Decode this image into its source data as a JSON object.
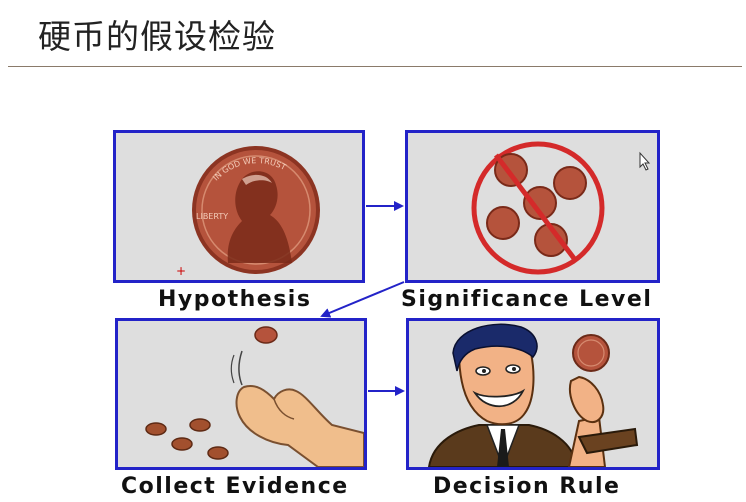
{
  "title": "硬币的假设检验",
  "steps": [
    {
      "label": "Hypothesis"
    },
    {
      "label": "Significance Level"
    },
    {
      "label": "Collect Evidence"
    },
    {
      "label": "Decision Rule"
    }
  ],
  "coin": {
    "motto": "IN GOD WE TRUST",
    "liberty": "LIBERTY"
  },
  "colors": {
    "border": "#2323c8",
    "panel": "#dedede",
    "coin": "#b5533c",
    "prohibit": "#d42a2a"
  },
  "icons": [
    "penny-icon",
    "no-coins-icon",
    "coin-toss-icon",
    "man-with-coin-icon",
    "cursor-icon"
  ]
}
